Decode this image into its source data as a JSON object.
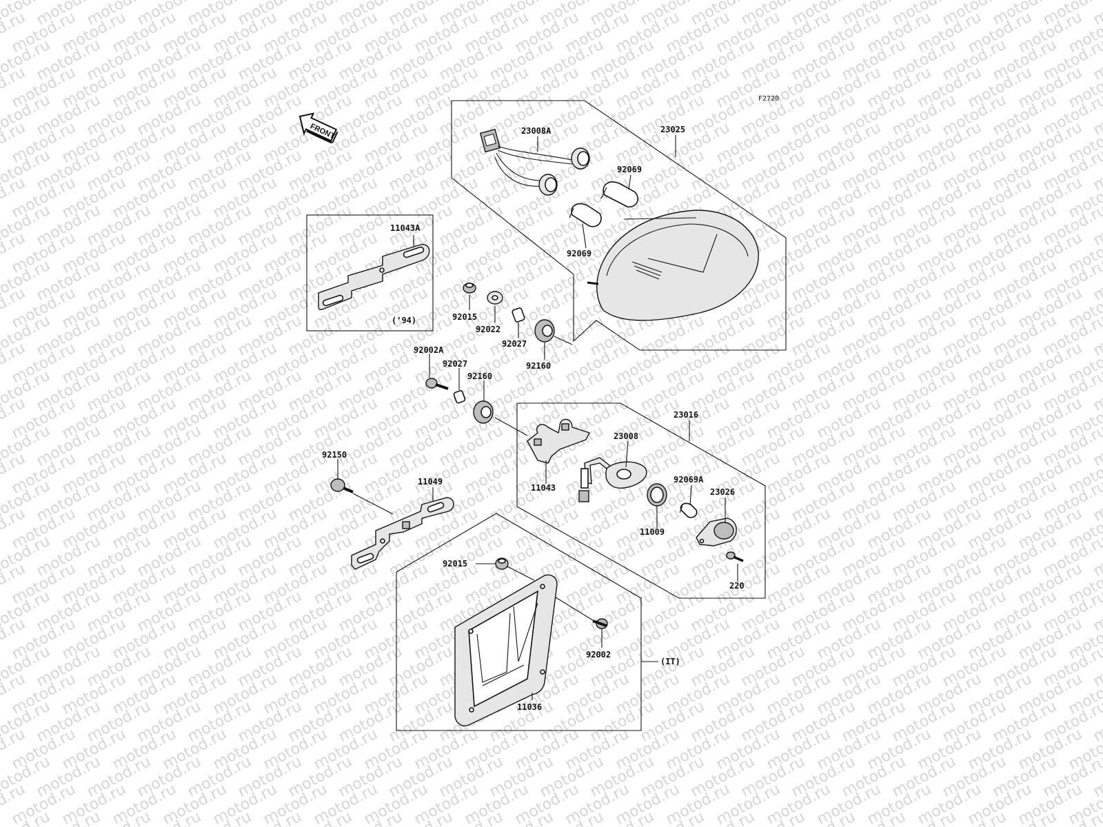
{
  "figure_code": "F2720",
  "front_arrow_label": "FRONT",
  "variant_notes": {
    "year_94": "('94)",
    "italy": "(IT)"
  },
  "part_labels": {
    "p23008A": "23008A",
    "p23025": "23025",
    "p92069_a": "92069",
    "p92069_b": "92069",
    "p11043A": "11043A",
    "p92015_a": "92015",
    "p92022": "92022",
    "p92027_a": "92027",
    "p92160_a": "92160",
    "p92002A": "92002A",
    "p92027_b": "92027",
    "p92160_b": "92160",
    "p23016": "23016",
    "p23008": "23008",
    "p92150": "92150",
    "p11049": "11049",
    "p11043": "11043",
    "p92069A": "92069A",
    "p23026": "23026",
    "p11009": "11009",
    "p220": "220",
    "p92015_b": "92015",
    "p92002": "92002",
    "p11036": "11036"
  },
  "watermark_text": "motod.ru"
}
